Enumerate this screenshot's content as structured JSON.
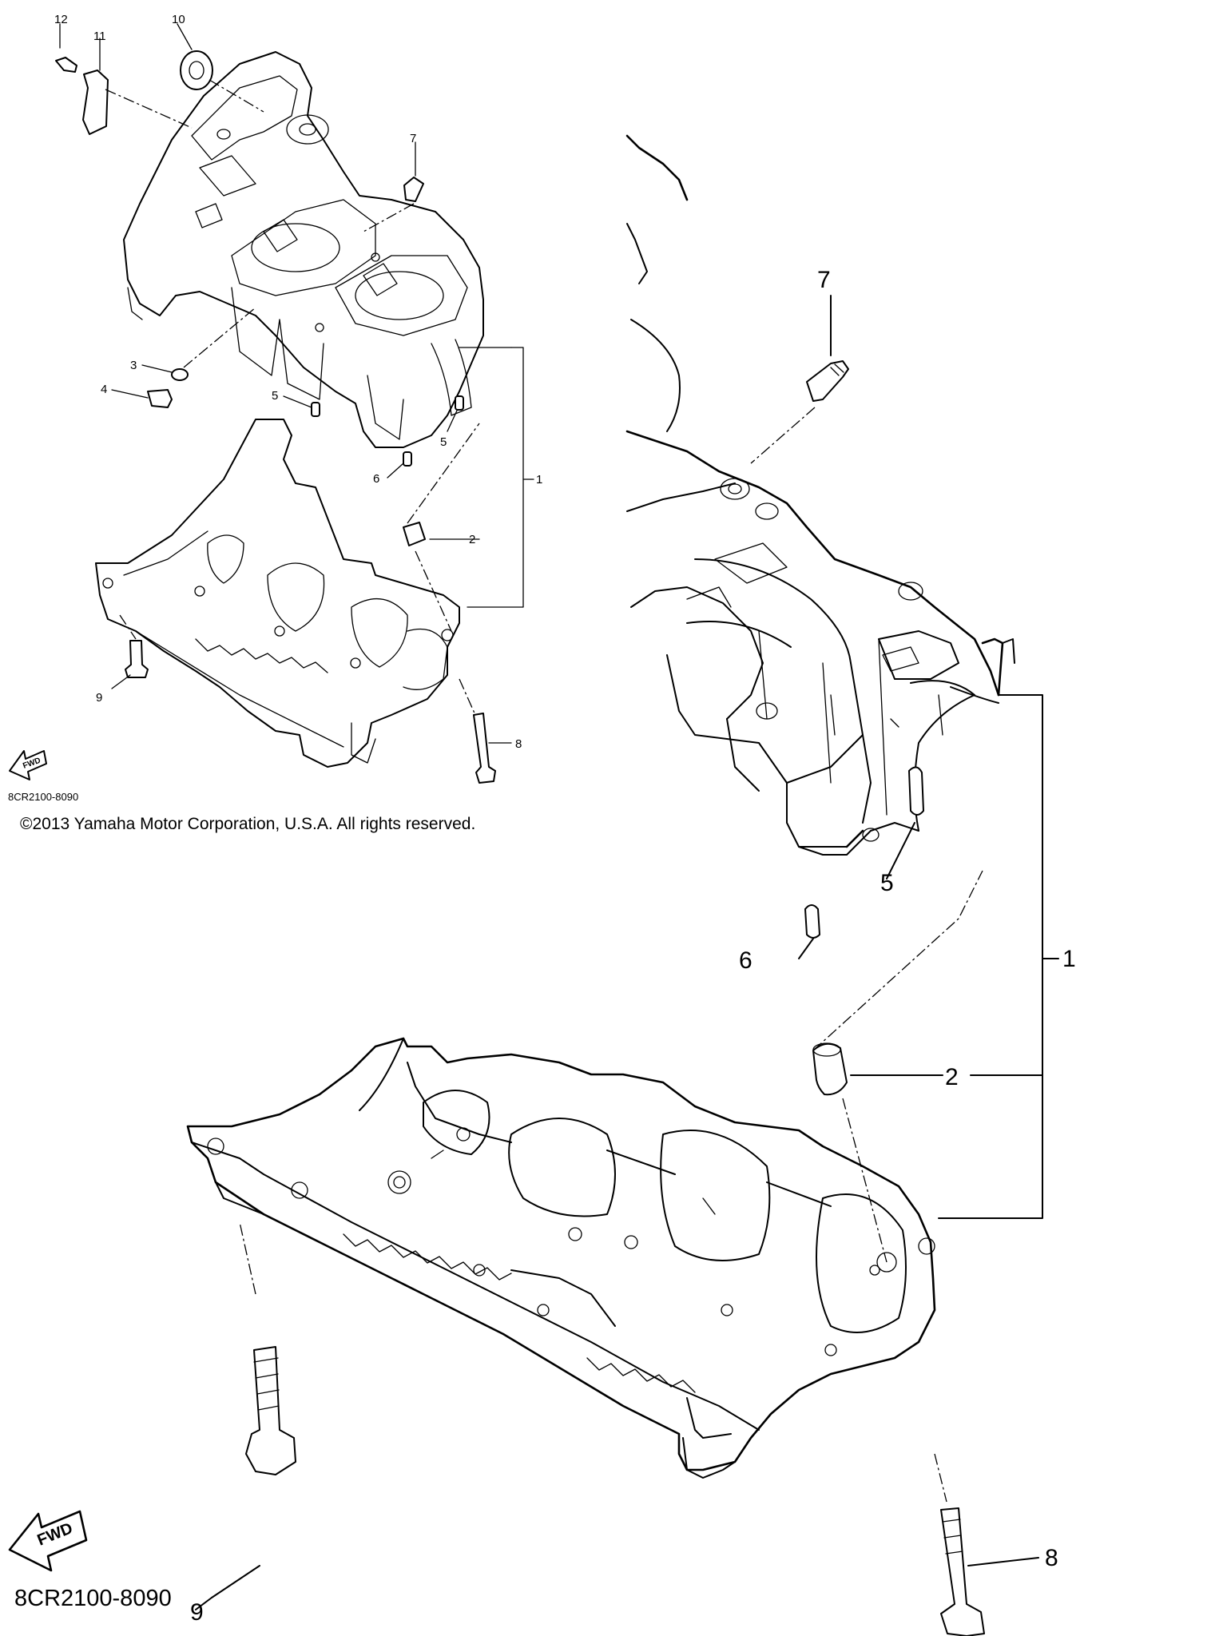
{
  "diagram": {
    "callouts": {
      "c1": "1",
      "c2": "2",
      "c3": "3",
      "c4": "4",
      "c5": "5",
      "c6": "6",
      "c7": "7",
      "c8": "8",
      "c9": "9",
      "c10": "10",
      "c11": "11",
      "c12": "12"
    },
    "fwd_label": "FWD",
    "diagram_code": "8CR2100-8090",
    "copyright": "©2013 Yamaha Motor Corporation, U.S.A. All rights reserved."
  }
}
